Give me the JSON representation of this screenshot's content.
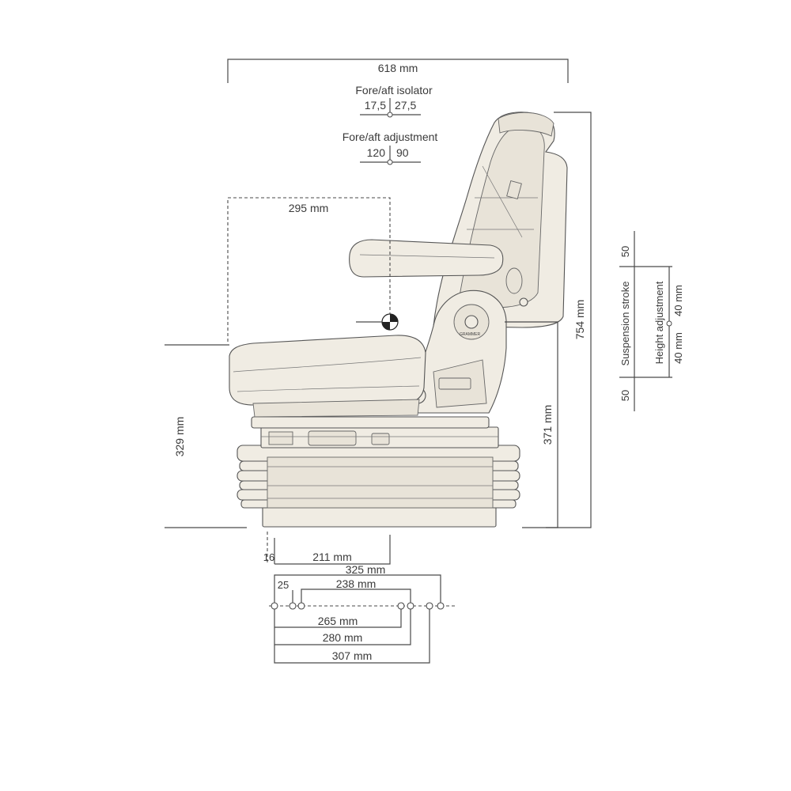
{
  "dimensions": {
    "overall_width": "618 mm",
    "fore_aft_isolator_title": "Fore/aft isolator",
    "isolator_left": "17,5",
    "isolator_right": "27,5",
    "fore_aft_adjustment_title": "Fore/aft adjustment",
    "adjustment_left": "120",
    "adjustment_right": "90",
    "seat_reference_offset": "295 mm",
    "overall_height": "754 mm",
    "mount_height": "371 mm",
    "seat_height": "329 mm",
    "suspension_stroke_title": "Suspension stroke",
    "suspension_upper": "50",
    "suspension_lower": "50",
    "height_adjustment_title": "Height adjustment",
    "height_adj_upper": "40 mm",
    "height_adj_lower": "40 mm",
    "base_offset_small": "16",
    "base_offset": "211 mm",
    "hole_spacing_325": "325 mm",
    "hole_offset_25": "25",
    "hole_spacing_238": "238 mm",
    "hole_spacing_265": "265 mm",
    "hole_spacing_280": "280 mm",
    "hole_spacing_307": "307 mm"
  },
  "brand": {
    "logo_text": "GRAMMER"
  },
  "colors": {
    "line": "#4a4a4a",
    "seat_fill": "#f0ece3",
    "text": "#3a3a3a"
  }
}
